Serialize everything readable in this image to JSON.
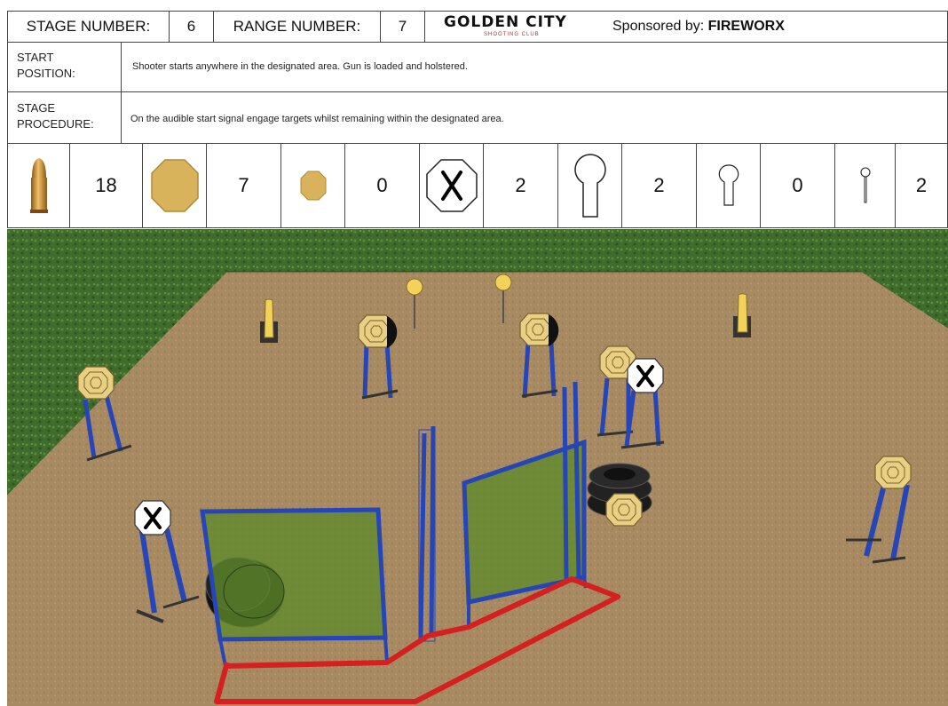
{
  "header": {
    "stage_label": "STAGE NUMBER:",
    "stage_number": "6",
    "range_label": "RANGE NUMBER:",
    "range_number": "7",
    "logo_text": "GOLDEN CITY",
    "logo_subtext": "SHOOTING CLUB",
    "sponsor_prefix": "Sponsored by:",
    "sponsor_name": "FIREWORX"
  },
  "start_position": {
    "label_line1": "START",
    "label_line2": "POSITION:",
    "text": "Shooter starts anywhere in the designated area. Gun is loaded and holstered."
  },
  "stage_procedure": {
    "label_line1": "STAGE",
    "label_line2": "PROCEDURE:",
    "text": "On the audible start signal engage targets whilst remaining within the designated area."
  },
  "counts": [
    {
      "icon": "bullet-icon",
      "value": "18"
    },
    {
      "icon": "large-plate-target-icon",
      "value": "7"
    },
    {
      "icon": "small-plate-target-icon",
      "value": "0"
    },
    {
      "icon": "no-shoot-target-icon",
      "value": "2"
    },
    {
      "icon": "large-popper-icon",
      "value": "2"
    },
    {
      "icon": "medium-popper-icon",
      "value": "0"
    },
    {
      "icon": "small-popper-icon",
      "value": "2"
    }
  ],
  "colors": {
    "border": "#444444",
    "target_gold": "#d9b25c",
    "ground": "#a88a62",
    "grass": "#3f6b2c",
    "barrier_green": "#5d8a2a",
    "frame_blue": "#2646b8",
    "fault_line_red": "#d42020"
  }
}
